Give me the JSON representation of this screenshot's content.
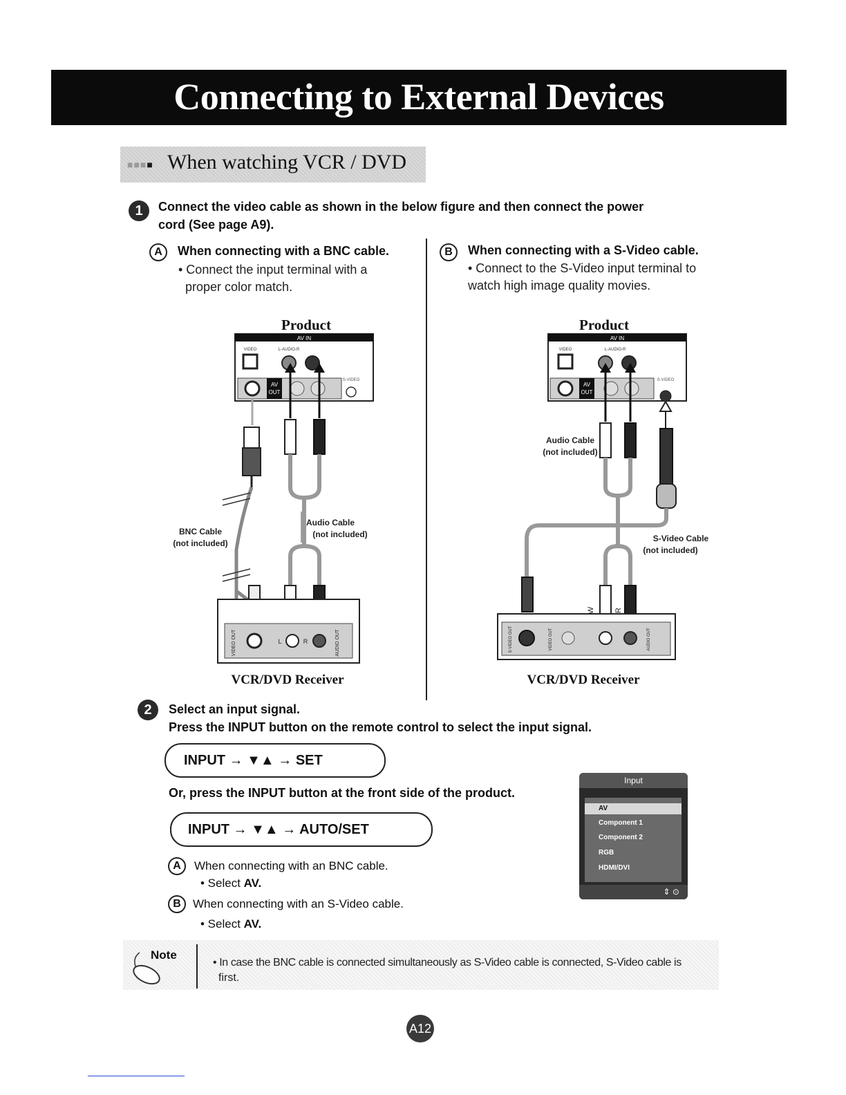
{
  "header": {
    "title": "Connecting to External Devices"
  },
  "section": {
    "title": "When watching VCR / DVD"
  },
  "step1": {
    "number": "1",
    "text_line1": "Connect the video cable as shown in the below figure and then connect the power",
    "text_line2": "cord (See page A9)."
  },
  "col_a": {
    "badge": "A",
    "heading": "When connecting with a BNC cable.",
    "desc_line1": "• Connect the input terminal with a",
    "desc_line2": "proper color match."
  },
  "col_b": {
    "badge": "B",
    "heading": "When connecting with a S-Video cable.",
    "desc_line1": "• Connect to the S-Video input terminal to",
    "desc_line2": "watch high image quality movies."
  },
  "diagram_a": {
    "product": "Product",
    "av_in": "AV IN",
    "video": "VIDEO",
    "l_audio_r": "L-AUDIO-R",
    "s_video": "S-VIDEO",
    "av_out_1": "AV",
    "av_out_2": "OUT",
    "bnc_cable_1": "BNC Cable",
    "bnc_cable_2": "(not included)",
    "audio_cable_1": "Audio Cable",
    "audio_cable_2": "(not included)",
    "video_out": "VIDEO OUT",
    "audio_out": "AUDIO OUT",
    "l": "L",
    "r": "R",
    "receiver": "VCR/DVD Receiver"
  },
  "diagram_b": {
    "product": "Product",
    "av_in": "AV IN",
    "video": "VIDEO",
    "l_audio_r": "L-AUDIO-R",
    "s_video": "S-VIDEO",
    "av_out_1": "AV",
    "av_out_2": "OUT",
    "audio_cable_1": "Audio Cable",
    "audio_cable_2": "(not included)",
    "svideo_cable_1": "S-Video Cable",
    "svideo_cable_2": "(not included)",
    "w": "W",
    "r": "R",
    "s_video_out": "S-VIDEO OUT",
    "video_out": "VIDEO OUT",
    "audio_out": "AUDIO OUT",
    "receiver": "VCR/DVD Receiver"
  },
  "step2": {
    "number": "2",
    "line1": "Select an input signal.",
    "line2": "Press the INPUT button on the remote control to select the input signal.",
    "seq1": "INPUT → ▼▲ → SET",
    "or_text": "Or, press the INPUT button at the front side of the product.",
    "seq2": "INPUT → ▼▲ → AUTO/SET",
    "a_badge": "A",
    "a_text": "When connecting with an BNC cable.",
    "a_select_prefix": "• Select",
    "a_select_value": "AV.",
    "b_badge": "B",
    "b_text": "When connecting with an S-Video cable.",
    "b_select_prefix": "• Select",
    "b_select_value": "AV."
  },
  "input_menu": {
    "title": "Input",
    "items": [
      "AV",
      "Component 1",
      "Component 2",
      "RGB",
      "HDMI/DVI"
    ],
    "selected": "AV",
    "footer": "⇕ ⊙"
  },
  "note": {
    "label": "Note",
    "text_line1": "• In case the BNC cable is connected simultaneously as S-Video cable is connected, S-Video cable is",
    "text_line2": "first."
  },
  "footer": {
    "page": "A12"
  }
}
